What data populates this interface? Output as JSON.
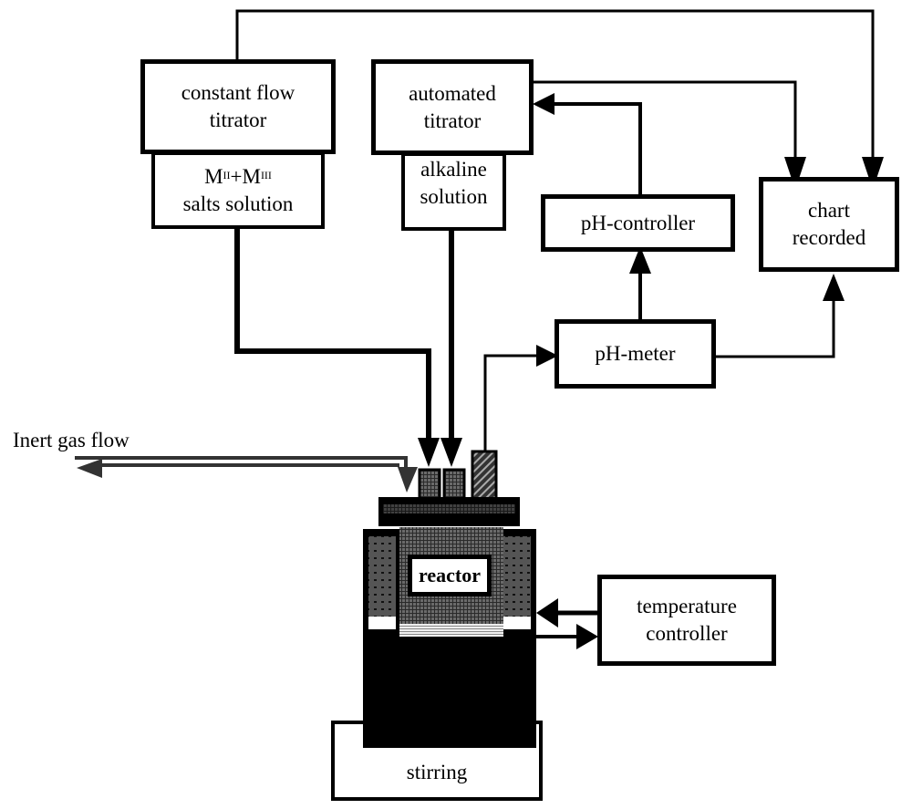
{
  "diagram": {
    "type": "experimental-setup-block-diagram",
    "nodes": {
      "constant_flow_titrator": {
        "line1": "constant flow",
        "line2": "titrator"
      },
      "salts_solution": {
        "line1_base1": "M",
        "line1_sup1": "II",
        "line1_plus": "+M",
        "line1_sup2": "III",
        "line2": "salts solution"
      },
      "automated_titrator": {
        "line1": "automated",
        "line2": "titrator"
      },
      "alkaline_solution": {
        "line1": "alkaline",
        "line2": "solution"
      },
      "ph_controller": {
        "label": "pH-controller"
      },
      "chart_recorded": {
        "line1": "chart",
        "line2": "recorded"
      },
      "ph_meter": {
        "label": "pH-meter"
      },
      "reactor": {
        "label": "reactor"
      },
      "temperature_controller": {
        "line1": "temperature",
        "line2": "controller"
      },
      "stirring": {
        "label": "stirring"
      },
      "inert_gas": {
        "label": "Inert gas flow"
      }
    },
    "edges": [
      {
        "from": "constant_flow_titrator",
        "to": "chart_recorded"
      },
      {
        "from": "automated_titrator",
        "to": "chart_recorded"
      },
      {
        "from": "ph_controller",
        "to": "automated_titrator"
      },
      {
        "from": "ph_meter",
        "to": "ph_controller"
      },
      {
        "from": "ph_meter",
        "to": "chart_recorded"
      },
      {
        "from": "reactor",
        "to": "ph_meter"
      },
      {
        "from": "salts_solution",
        "to": "reactor"
      },
      {
        "from": "alkaline_solution",
        "to": "reactor"
      },
      {
        "from": "temperature_controller",
        "to": "reactor"
      },
      {
        "from": "reactor",
        "to": "temperature_controller"
      },
      {
        "from": "reactor",
        "to": "inert_gas"
      }
    ],
    "colors": {
      "line": "#000000",
      "background": "#ffffff",
      "fill_gray": "#555555",
      "fill_dark": "#333333"
    }
  }
}
